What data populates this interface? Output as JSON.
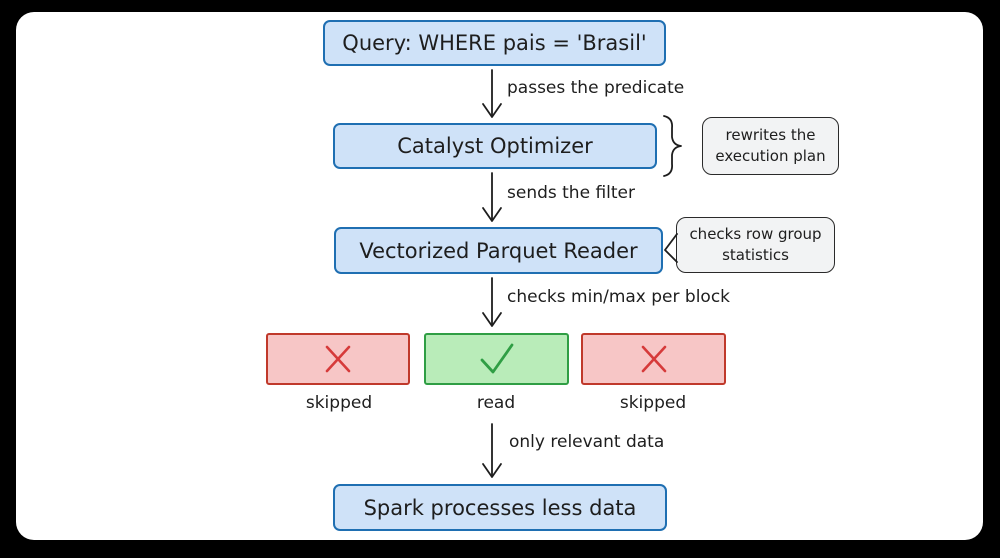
{
  "nodes": {
    "query": "Query: WHERE pais = 'Brasil'",
    "optimizer": "Catalyst Optimizer",
    "reader": "Vectorized Parquet Reader",
    "result": "Spark processes less data"
  },
  "edges": {
    "e1": "passes the predicate",
    "e2": "sends the filter",
    "e3": "checks min/max per block",
    "e4": "only relevant data"
  },
  "notes": {
    "optimizer_note": "rewrites the\nexecution plan",
    "reader_note": "checks row group\nstatistics"
  },
  "blocks": [
    {
      "label": "skipped",
      "status": "skipped",
      "icon": "x-mark-icon",
      "color": "#f7c6c6"
    },
    {
      "label": "read",
      "status": "read",
      "icon": "check-mark-icon",
      "color": "#b9ecb9"
    },
    {
      "label": "skipped",
      "status": "skipped",
      "icon": "x-mark-icon",
      "color": "#f7c6c6"
    }
  ],
  "colors": {
    "node_fill": "#cfe2f8",
    "node_border": "#1f6fb2",
    "skipped_fill": "#f7c6c6",
    "read_fill": "#b9ecb9"
  }
}
